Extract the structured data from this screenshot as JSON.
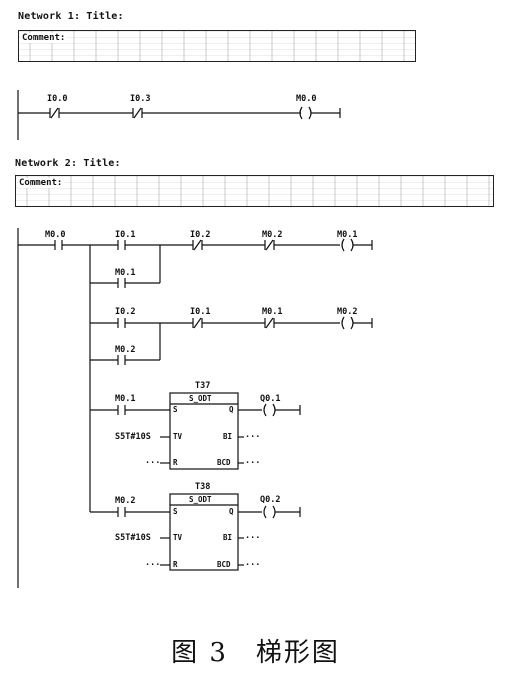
{
  "networks": [
    {
      "title": "Network 1: Title:",
      "comment_label": "Comment:",
      "contacts": [
        "I0.0",
        "I0.3"
      ],
      "coil": "M0.0"
    },
    {
      "title": "Network 2: Title:",
      "comment_label": "Comment:",
      "root_contact": "M0.0",
      "rung1": {
        "contact_a": "I0.1",
        "contact_b": "I0.2",
        "contact_c": "M0.2",
        "coil": "M0.1",
        "parallel": "M0.1"
      },
      "rung2": {
        "contact_a": "I0.2",
        "contact_b": "I0.1",
        "contact_c": "M0.1",
        "coil": "M0.2",
        "parallel": "M0.2"
      },
      "timer1": {
        "contact": "M0.1",
        "name": "T37",
        "type": "S_ODT",
        "tv": "S5T#10S",
        "output": "Q0.1",
        "pin_s": "S",
        "pin_q": "Q",
        "pin_tv": "TV",
        "pin_bi": "BI",
        "pin_r": "R",
        "pin_bcd": "BCD",
        "dots": "..."
      },
      "timer2": {
        "contact": "M0.2",
        "name": "T38",
        "type": "S_ODT",
        "tv": "S5T#10S",
        "output": "Q0.2",
        "pin_s": "S",
        "pin_q": "Q",
        "pin_tv": "TV",
        "pin_bi": "BI",
        "pin_r": "R",
        "pin_bcd": "BCD",
        "dots": "..."
      }
    }
  ],
  "caption": "图 3　梯形图"
}
